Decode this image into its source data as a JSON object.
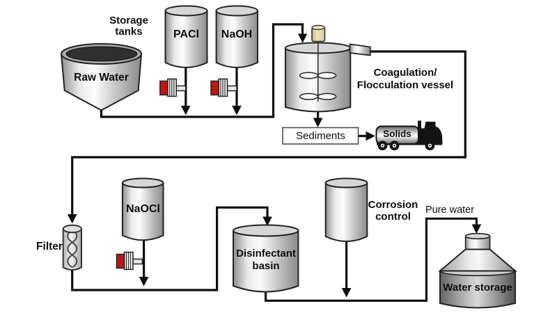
{
  "labels": {
    "storage_tanks": "Storage tanks",
    "raw_water": "Raw Water",
    "pacl": "PACl",
    "naoh": "NaOH",
    "coagulation_vessel": "Coagulation/ Flocculation vessel",
    "sediments": "Sediments",
    "solids": "Solids",
    "filter": "Filter",
    "naocl": "NaOCl",
    "disinfectant_basin": "Disinfectant basin",
    "corrosion_control": "Corrosion control",
    "pure_water": "Pure water",
    "water_storage": "Water storage"
  },
  "colors": {
    "pipe_line": "#0d0d0d",
    "valve_red": "#c31414",
    "motor_beige": "#dcd6a4",
    "metal_light": "#fcfcfc",
    "metal_dark": "#8a8a8a",
    "background": "#ffffff"
  }
}
